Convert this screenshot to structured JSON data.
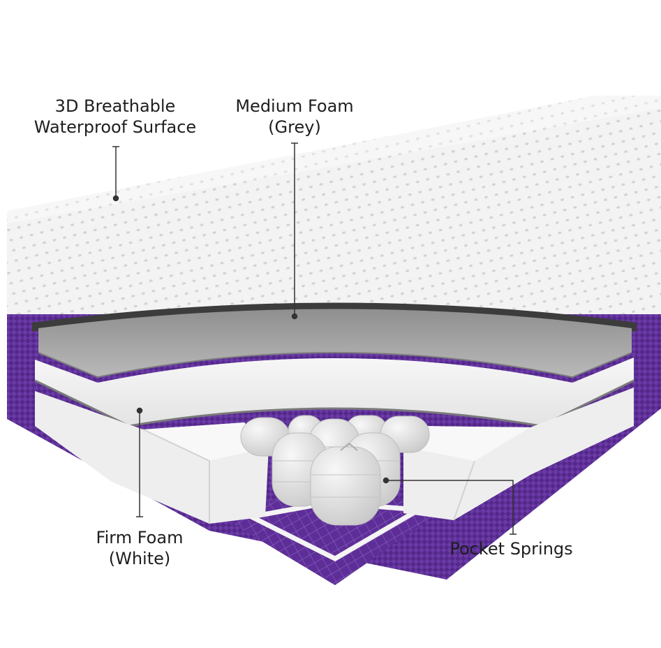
{
  "labels": {
    "surface": [
      "3D Breathable",
      "Waterproof Surface"
    ],
    "medium_foam": [
      "Medium Foam",
      "(Grey)"
    ],
    "firm_foam": [
      "Firm Foam",
      "(White)"
    ],
    "pocket_springs": [
      "Pocket Springs"
    ]
  },
  "colors": {
    "cover_top": "#f2f2f2",
    "cover_side": "#5a2d91",
    "medium_foam": "#a9a9a9",
    "firm_foam": "#ececec",
    "springs": "#e1e1e1",
    "base_fabric": "#5e2e98",
    "leader_line": "#333333"
  }
}
